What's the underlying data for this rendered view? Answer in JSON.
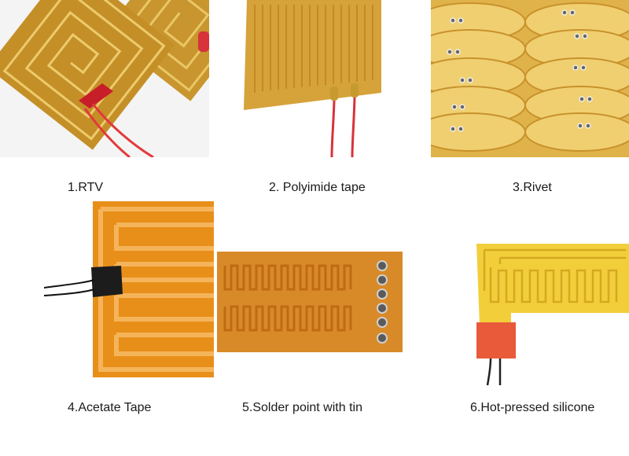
{
  "captions": {
    "c1": "1.RTV",
    "c2": "2. Polyimide tape",
    "c3": "3.Rivet",
    "c4": "4.Acetate Tape",
    "c5": "5.Solder point with tin",
    "c6": "6.Hot-pressed silicone"
  },
  "colors": {
    "polyimide": "#d9a33a",
    "polyimide_light": "#e8bf5a",
    "trace": "#f0cc6a",
    "lead_red": "#d8323a",
    "acetate": "#e8921c",
    "silicone": "#e85a3a"
  }
}
